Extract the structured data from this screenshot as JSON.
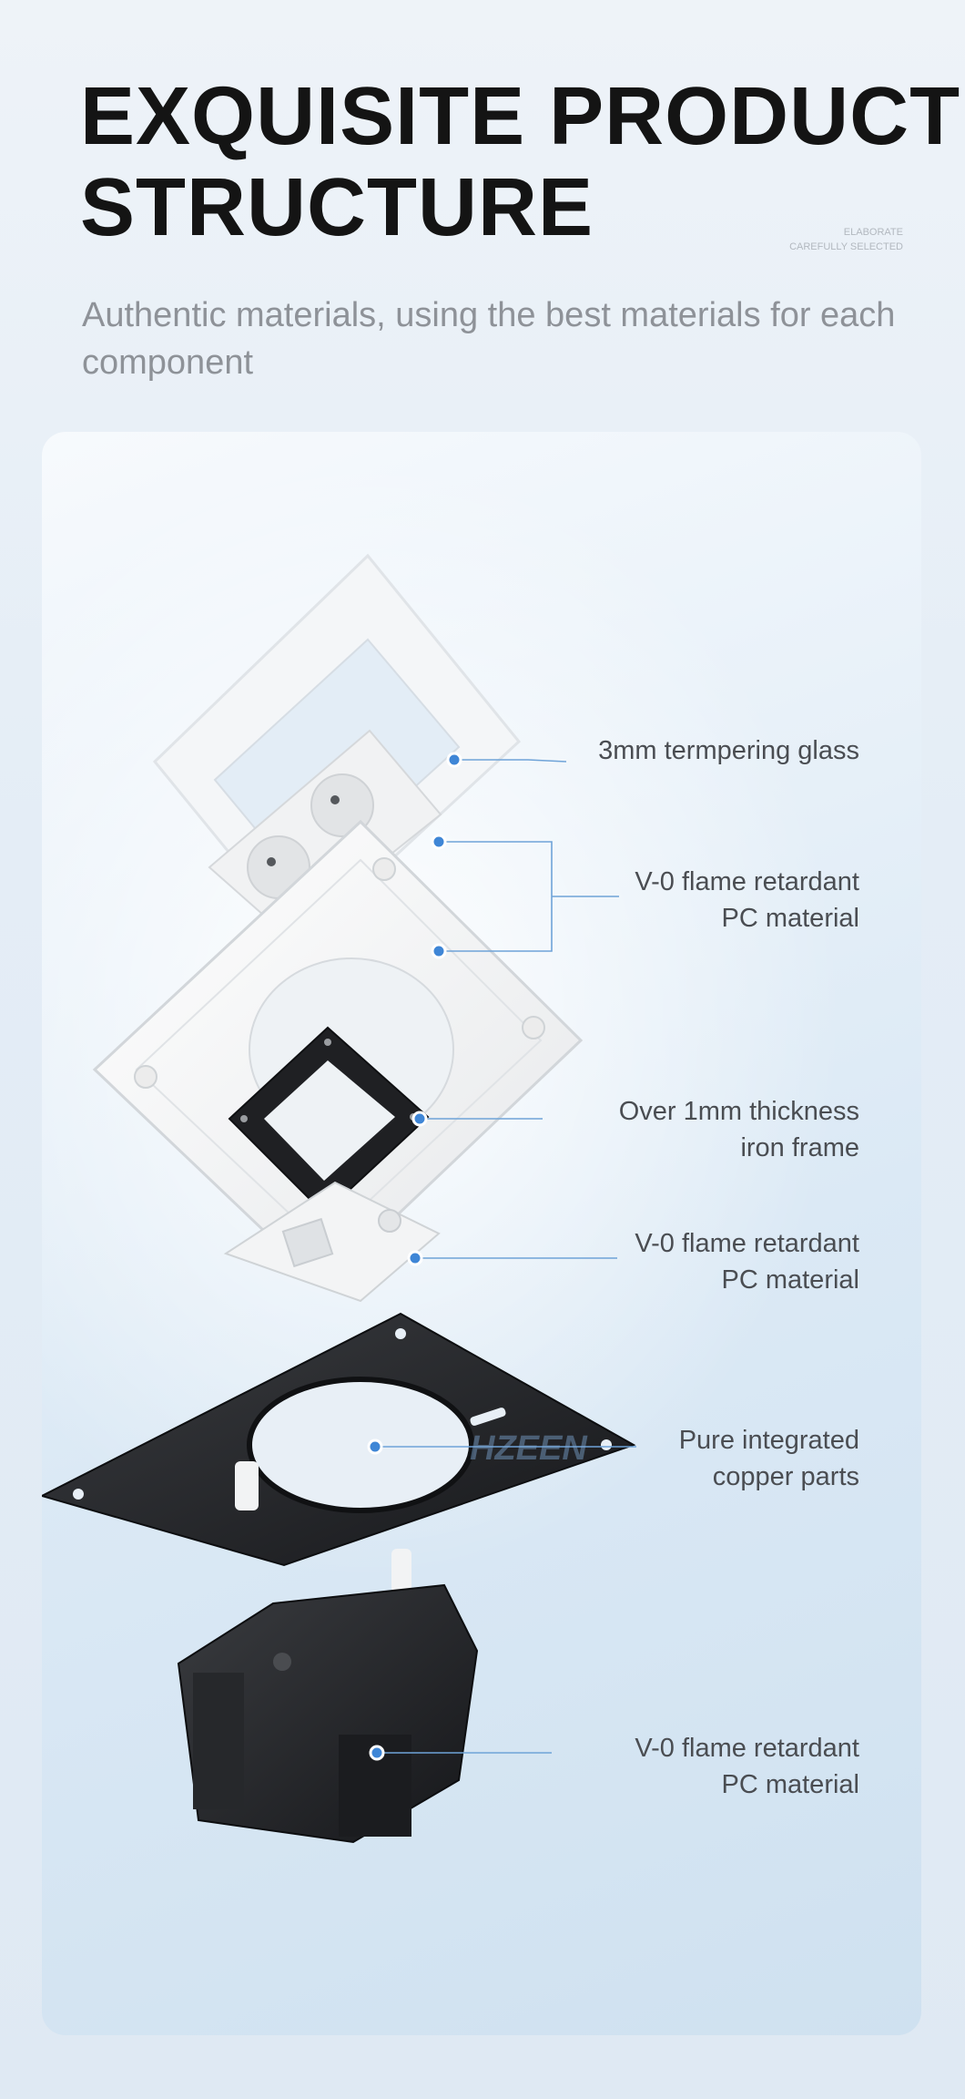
{
  "header": {
    "title_line1": "EXQUISITE PRODUCT",
    "title_line2": "STRUCTURE",
    "tagline_line1": "ELABORATE",
    "tagline_line2": "CAREFULLY SELECTED",
    "subtitle": "Authentic materials, using the best materials for each component"
  },
  "callouts": [
    {
      "line1": "3mm termpering glass",
      "line2": ""
    },
    {
      "line1": "V-0 flame retardant",
      "line2": "PC material"
    },
    {
      "line1": "Over 1mm thickness",
      "line2": "iron frame"
    },
    {
      "line1": "V-0 flame retardant",
      "line2": "PC material"
    },
    {
      "line1": "Pure integrated",
      "line2": "copper parts"
    },
    {
      "line1": "V-0 flame retardant",
      "line2": "PC material"
    }
  ],
  "watermark": "HZEEN",
  "colors": {
    "title": "#141414",
    "subtitle": "#8e9298",
    "callout_text": "#4a4d52",
    "leader_line": "#6fa3d8",
    "marker": "#3f86d6"
  }
}
